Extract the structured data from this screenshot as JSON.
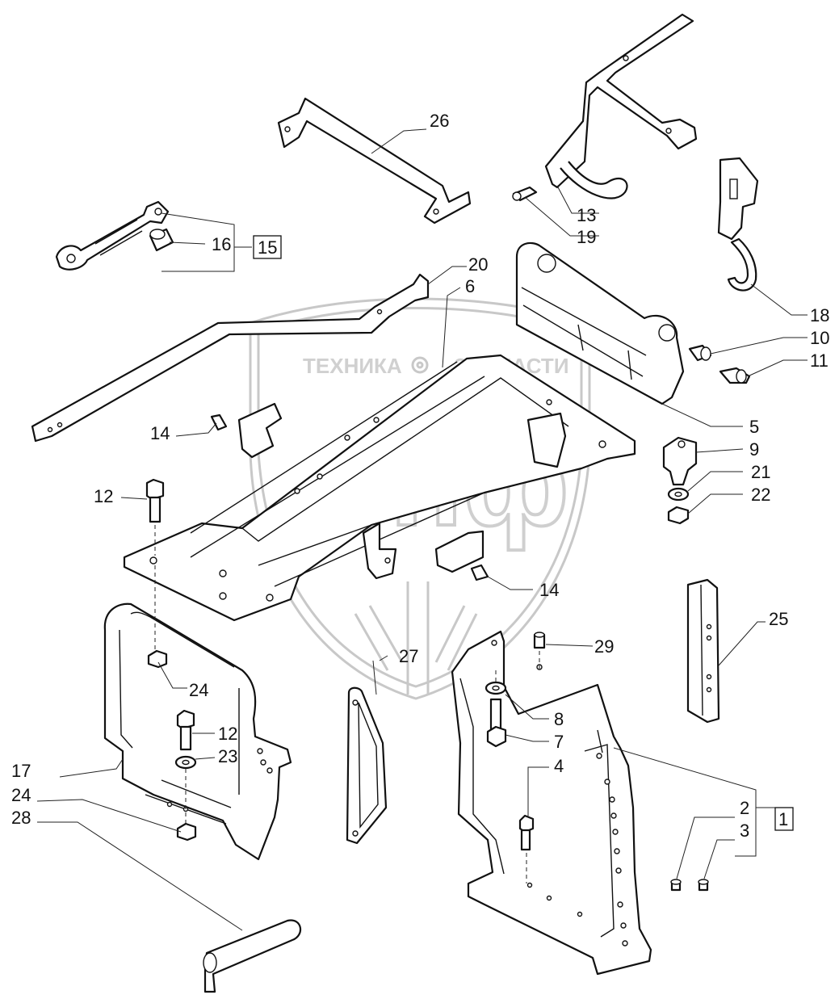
{
  "watermark": {
    "left_word": "ТЕХНИКА",
    "right_word": "ЗАПЧАСТИ",
    "letters": "эпф"
  },
  "callouts": [
    "26",
    "13",
    "19",
    "16",
    "15",
    "18",
    "20",
    "6",
    "10",
    "11",
    "14",
    "5",
    "9",
    "12",
    "21",
    "22",
    "14",
    "25",
    "29",
    "27",
    "24",
    "8",
    "12",
    "7",
    "23",
    "4",
    "17",
    "24",
    "2",
    "1",
    "3",
    "28"
  ],
  "colors": {
    "line": "#111111",
    "watermark": "#c8c8c8",
    "background": "#ffffff"
  }
}
